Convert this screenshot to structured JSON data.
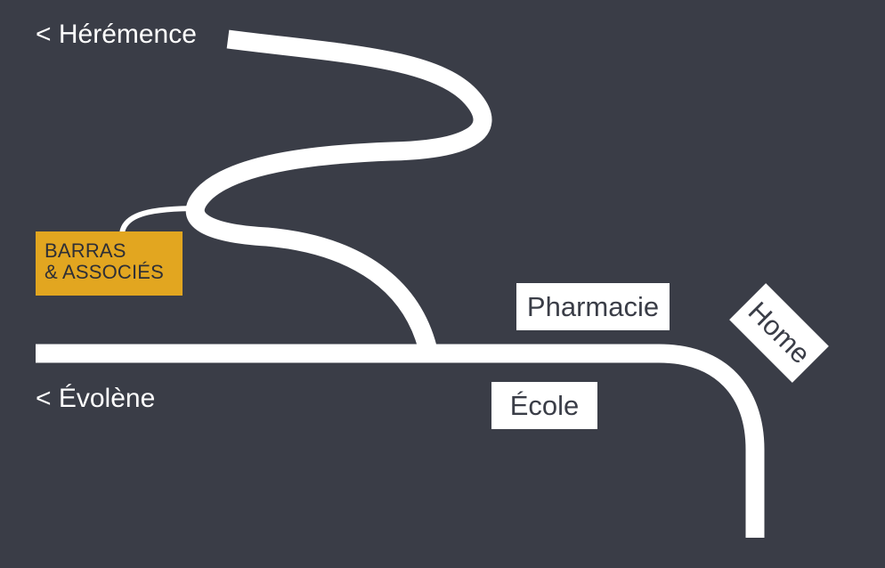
{
  "map": {
    "background_color": "#3a3d47",
    "road_color": "#ffffff",
    "highlight_color": "#e2a620",
    "directions": {
      "north": "< Hérémence",
      "west": "< Évolène"
    },
    "landmarks": {
      "pharmacie": "Pharmacie",
      "ecole": "École",
      "home": "Home"
    },
    "office": {
      "line1": "BARRAS",
      "line2": "& ASSOCIÉS"
    }
  }
}
